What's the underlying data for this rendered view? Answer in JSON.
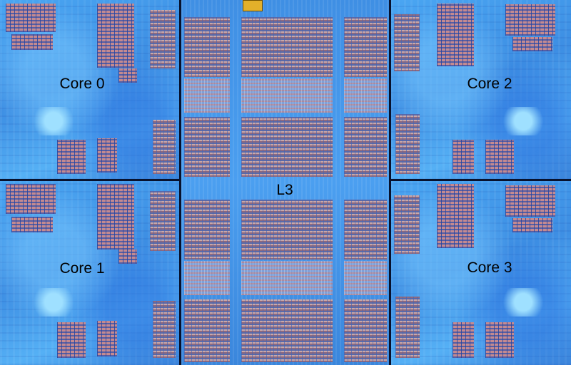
{
  "labels": {
    "core0": "Core 0",
    "core1": "Core 1",
    "core2": "Core 2",
    "core3": "Core 3",
    "l3": "L3"
  },
  "colors": {
    "silicon_blue": "#4a9ff0",
    "sram_pink": "#c48a90",
    "divider": "#07122e",
    "pad_gold": "#e3b02a"
  }
}
